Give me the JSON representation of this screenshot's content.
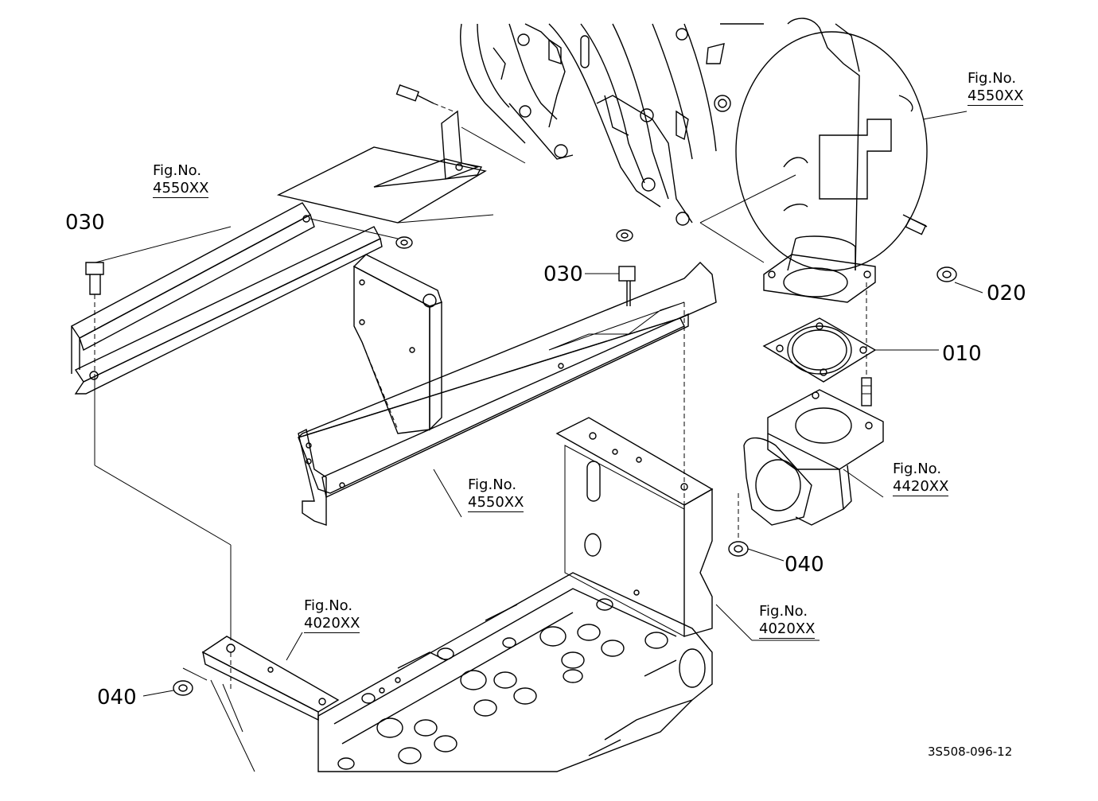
{
  "diagram_code": "3S508-096-12",
  "part_numbers": {
    "p010": "010",
    "p020": "020",
    "p030_left": "030",
    "p030_mid": "030",
    "p040_left": "040",
    "p040_right": "040"
  },
  "figure_refs": [
    {
      "fig": "Fig.No.",
      "num": "4550XX"
    },
    {
      "fig": "Fig.No.",
      "num": "4550XX"
    },
    {
      "fig": "Fig.No.",
      "num": "4550XX"
    },
    {
      "fig": "Fig.No.",
      "num": "4420XX"
    },
    {
      "fig": "Fig.No.",
      "num": "4020XX"
    },
    {
      "fig": "Fig.No.",
      "num": "4020XX"
    }
  ]
}
